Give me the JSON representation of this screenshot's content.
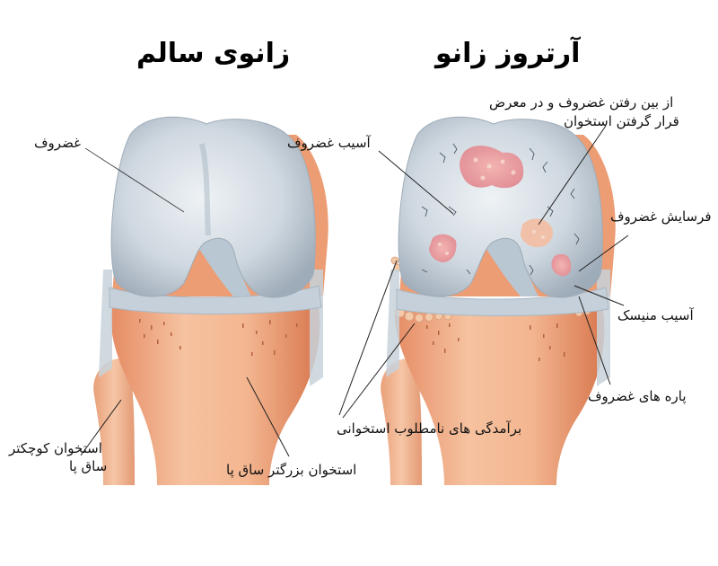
{
  "titles": {
    "healthy": "زانوی سالم",
    "arthritis": "آرتروز زانو"
  },
  "healthy_knee": {
    "labels": {
      "cartilage": "غضروف",
      "fibula_line1": "استخوان کوچکتر",
      "fibula_line2": "ساق پا",
      "tibia": "استخوان بزرگتر ساق پا"
    }
  },
  "arthritic_knee": {
    "labels": {
      "cartilage_damage": "آسیب غضروف",
      "exposed_bone_line1": "از بین رفتن غضروف و در معرض",
      "exposed_bone_line2": "قرار گرفتن استخوان",
      "cartilage_wear": "فرسایش غضروف",
      "meniscus_damage": "آسیب منیسک",
      "cartilage_fragments": "پاره های غضروف",
      "bone_spurs": "برآمدگی های نامطلوب استخوانی"
    }
  },
  "colors": {
    "bone": "#f2b48e",
    "bone_shadow": "#e58c64",
    "cartilage": "#c9d3dc",
    "cartilage_highlight": "#e6ecf1",
    "ligament": "#b9c7d2",
    "lesion": "#e59aa0",
    "lesion_spot": "#f6c9b8",
    "text": "#111111"
  }
}
